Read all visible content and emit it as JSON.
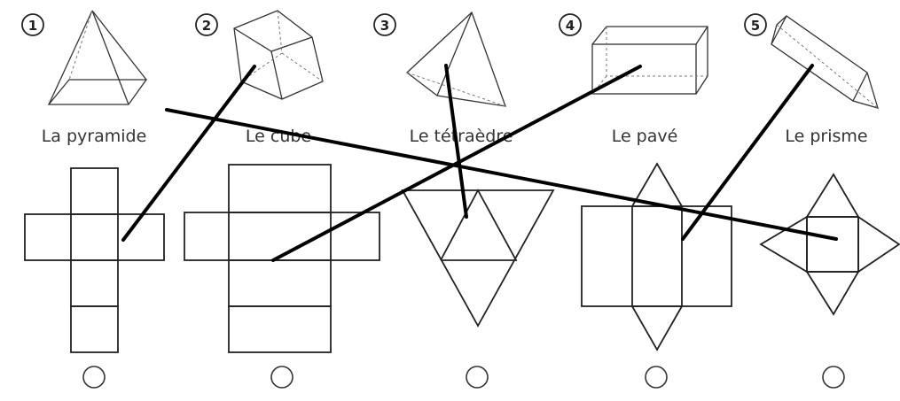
{
  "solids": [
    {
      "number": "1",
      "label": "La pyramide"
    },
    {
      "number": "2",
      "label": "Le cube"
    },
    {
      "number": "3",
      "label": "Le tétraèdre"
    },
    {
      "number": "4",
      "label": "Le pavé"
    },
    {
      "number": "5",
      "label": "Le prisme"
    }
  ]
}
